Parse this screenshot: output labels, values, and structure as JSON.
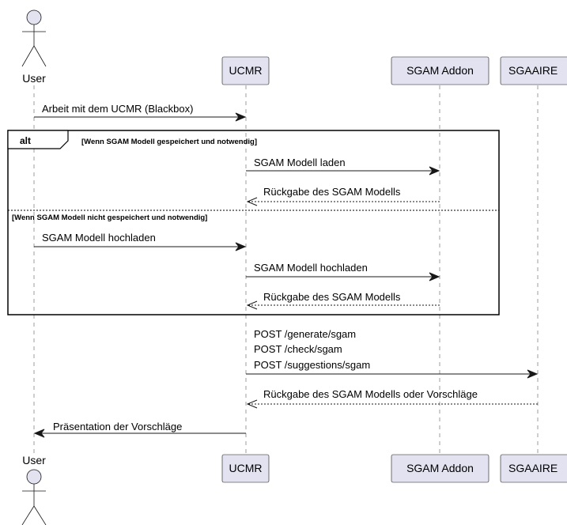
{
  "participants": {
    "user": "User",
    "ucmr": "UCMR",
    "sgam_addon": "SGAM Addon",
    "sgaaire": "SGAAIRE"
  },
  "messages": {
    "m1": "Arbeit mit dem UCMR (Blackbox)",
    "m2": "SGAM Modell laden",
    "m3": "Rückgabe des SGAM Modells",
    "m4": "SGAM Modell hochladen",
    "m5": "SGAM Modell hochladen",
    "m6": "Rückgabe des SGAM Modells",
    "m7_line1": "POST /generate/sgam",
    "m7_line2": "POST /check/sgam",
    "m7_line3": "POST /suggestions/sgam",
    "m8": "Rückgabe des SGAM Modells oder Vorschläge",
    "m9": "Präsentation der Vorschläge"
  },
  "alt": {
    "label": "alt",
    "condition1": "[Wenn SGAM Modell gespeichert und notwendig]",
    "condition2": "[Wenn SGAM Modell nicht gespeichert und notwendig]"
  }
}
